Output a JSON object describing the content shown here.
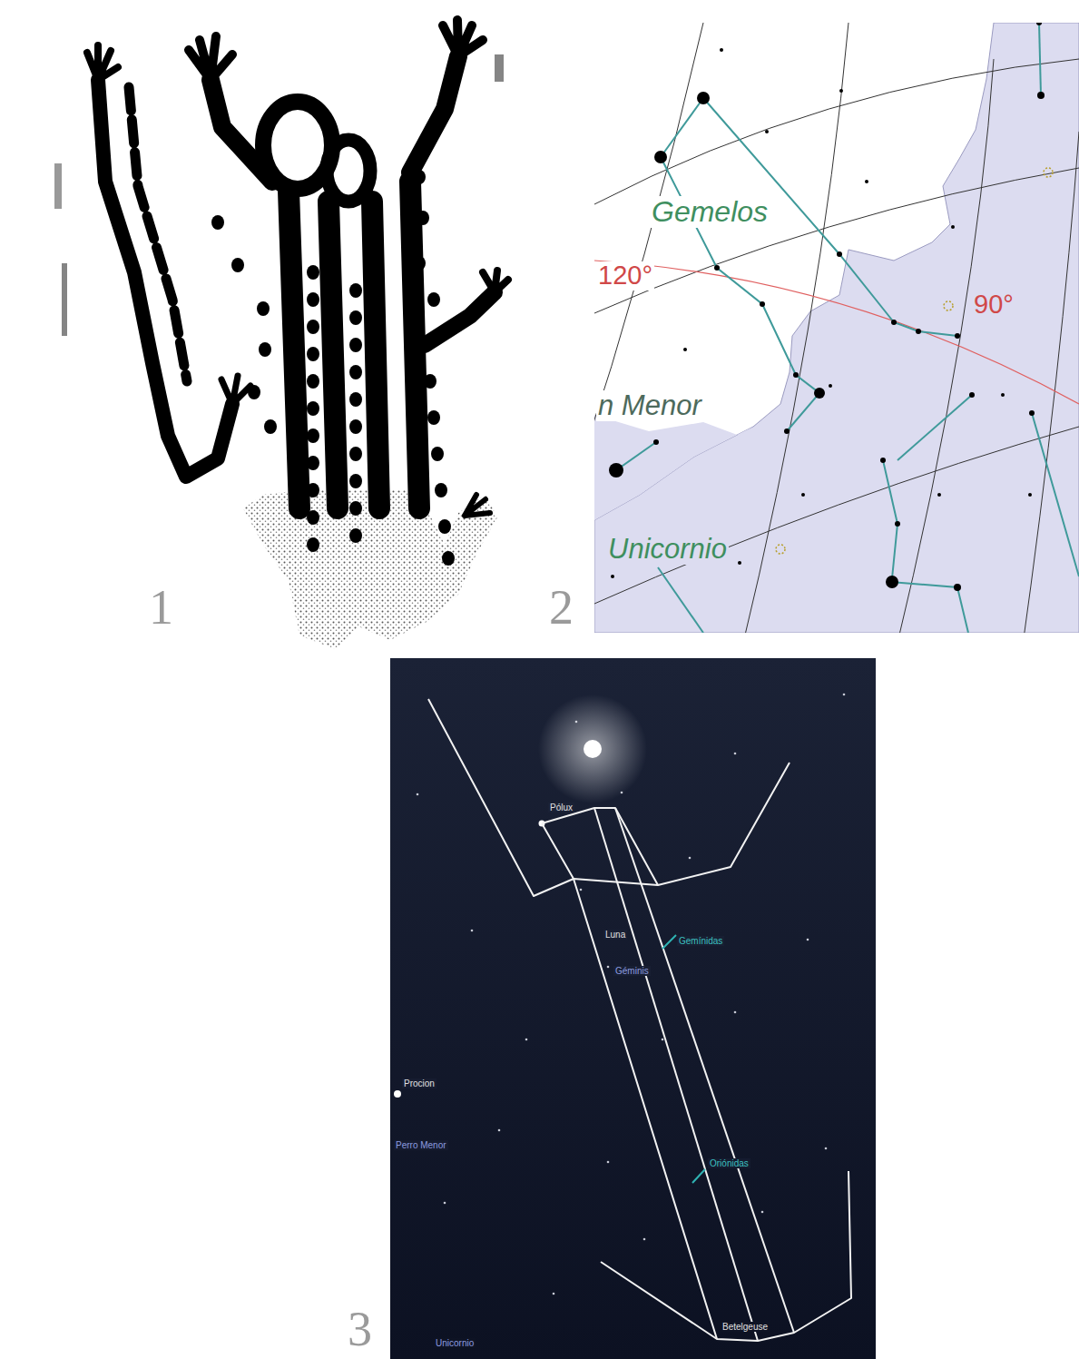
{
  "diagram": {
    "labels": [
      "1",
      "Gemelos",
      "120°",
      "90°",
      "n Menor",
      "Unicornio",
      "2",
      "Pólux",
      "Gemínidas",
      "Géminis",
      "Luna",
      "Procion",
      "Perro Menor",
      "Oriónidas",
      "Betelgeuse",
      "Unicornio",
      "3"
    ]
  }
}
